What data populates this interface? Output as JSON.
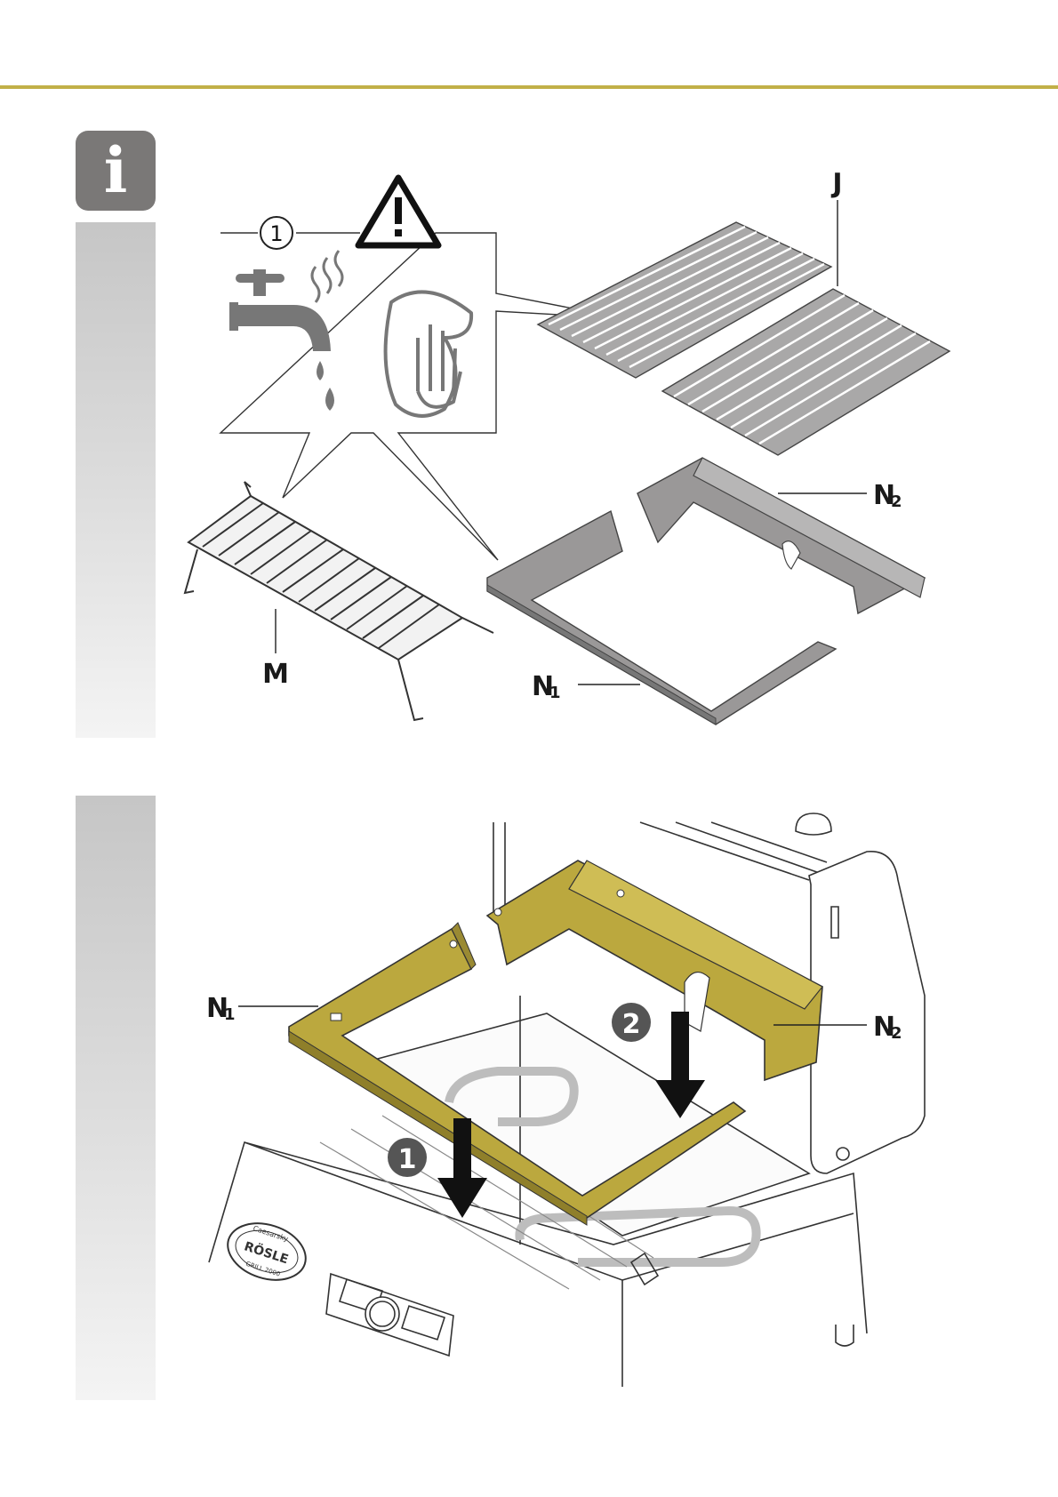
{
  "info_icon": {
    "symbol": "i",
    "icon": "info-icon"
  },
  "colors": {
    "accent": "#c2b048",
    "badge": "#7a7877",
    "part": "#9a9898",
    "highlight": "#bba83e"
  },
  "top_figure": {
    "callout_number": "1",
    "warning_icon": "warning-triangle-icon",
    "callout_icons": [
      "water-tap-icon",
      "steam-icon",
      "cloth-wipe-icon"
    ],
    "labels": {
      "J": "J",
      "N2": {
        "main": "N",
        "sub": "2"
      },
      "M": "M",
      "N1": {
        "main": "N",
        "sub": "1"
      }
    }
  },
  "bottom_figure": {
    "step_1": "1",
    "step_2": "2",
    "labels": {
      "N1": {
        "main": "N",
        "sub": "1"
      },
      "N2": {
        "main": "N",
        "sub": "2"
      }
    },
    "brand_badge": {
      "top": "Caesarsky",
      "middle": "RÖSLE",
      "bottom": "GRILL 2000"
    }
  }
}
